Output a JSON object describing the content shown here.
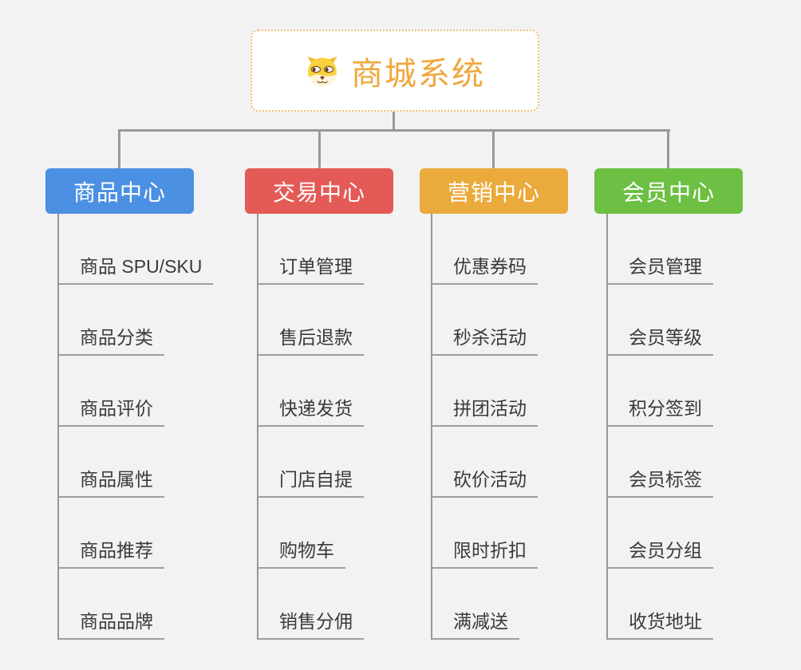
{
  "root": {
    "title": "商城系统",
    "icon": "dog-face-icon"
  },
  "branches": [
    {
      "label": "商品中心",
      "color": "#4B90E2",
      "children": [
        "商品 SPU/SKU",
        "商品分类",
        "商品评价",
        "商品属性",
        "商品推荐",
        "商品品牌"
      ]
    },
    {
      "label": "交易中心",
      "color": "#E45A56",
      "children": [
        "订单管理",
        "售后退款",
        "快递发货",
        "门店自提",
        "购物车",
        "销售分佣"
      ]
    },
    {
      "label": "营销中心",
      "color": "#EAAA3C",
      "children": [
        "优惠券码",
        "秒杀活动",
        "拼团活动",
        "砍价活动",
        "限时折扣",
        "满减送"
      ]
    },
    {
      "label": "会员中心",
      "color": "#6DC043",
      "children": [
        "会员管理",
        "会员等级",
        "积分签到",
        "会员标签",
        "会员分组",
        "收货地址"
      ]
    }
  ],
  "colors": {
    "background": "#F2F2F2",
    "root_title": "#F0A73C",
    "root_border": "#F1BE6B",
    "connector": "#999999",
    "child_text": "#3A3A3A",
    "child_underline": "#9E9E9E"
  }
}
